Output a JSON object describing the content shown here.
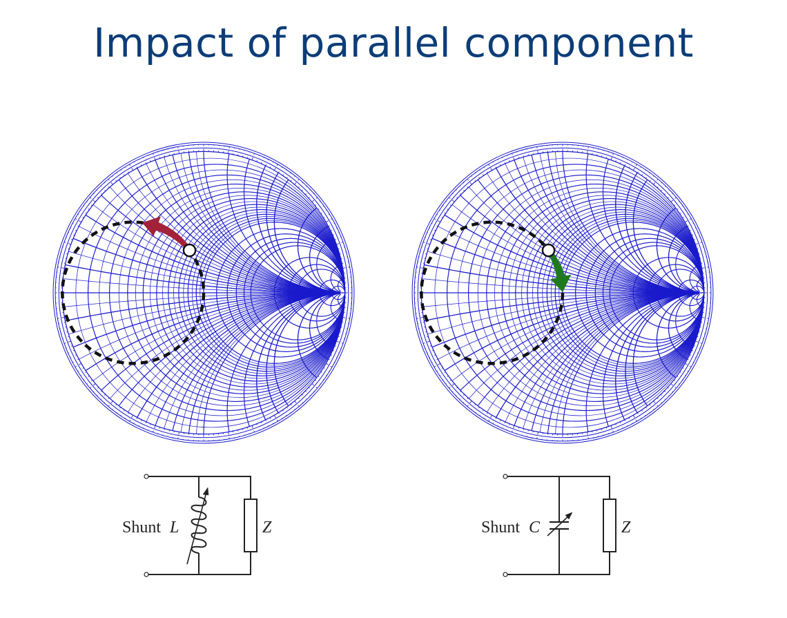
{
  "slide": {
    "title": "Impact of parallel component"
  },
  "colors": {
    "title": "#0c3d78",
    "grid": "#1a1acc",
    "locus": "#111111",
    "arrow_inductor": "#a3223a",
    "arrow_capacitor": "#1f7a1f",
    "circuit": "#222222"
  },
  "charts": [
    {
      "id": "left",
      "locus": "constant-conductance circle (dashed)",
      "arrow_direction": "counter-clockwise",
      "arrow_color": "arrow_inductor"
    },
    {
      "id": "right",
      "locus": "constant-conductance circle (dashed)",
      "arrow_direction": "clockwise",
      "arrow_color": "arrow_capacitor"
    }
  ],
  "circuits": [
    {
      "id": "left",
      "label": "Shunt",
      "var": "L",
      "load": "Z",
      "element": "variable inductor"
    },
    {
      "id": "right",
      "label": "Shunt",
      "var": "C",
      "load": "Z",
      "element": "variable capacitor"
    }
  ]
}
